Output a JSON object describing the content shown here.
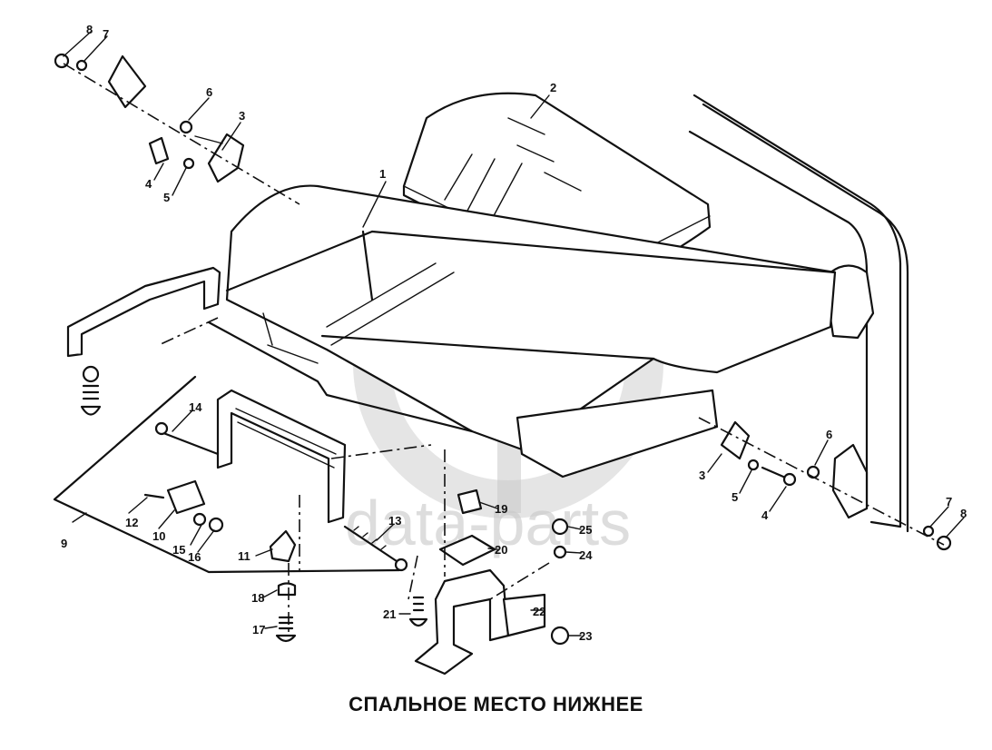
{
  "caption": "СПАЛЬНОЕ МЕСТО НИЖНЕЕ",
  "watermark": "data-parts",
  "callouts": [
    "1",
    "2",
    "3",
    "3",
    "4",
    "4",
    "5",
    "5",
    "6",
    "6",
    "7",
    "7",
    "8",
    "8",
    "9",
    "10",
    "11",
    "12",
    "13",
    "14",
    "15",
    "16",
    "17",
    "18",
    "19",
    "20",
    "21",
    "22",
    "23",
    "24",
    "25"
  ]
}
